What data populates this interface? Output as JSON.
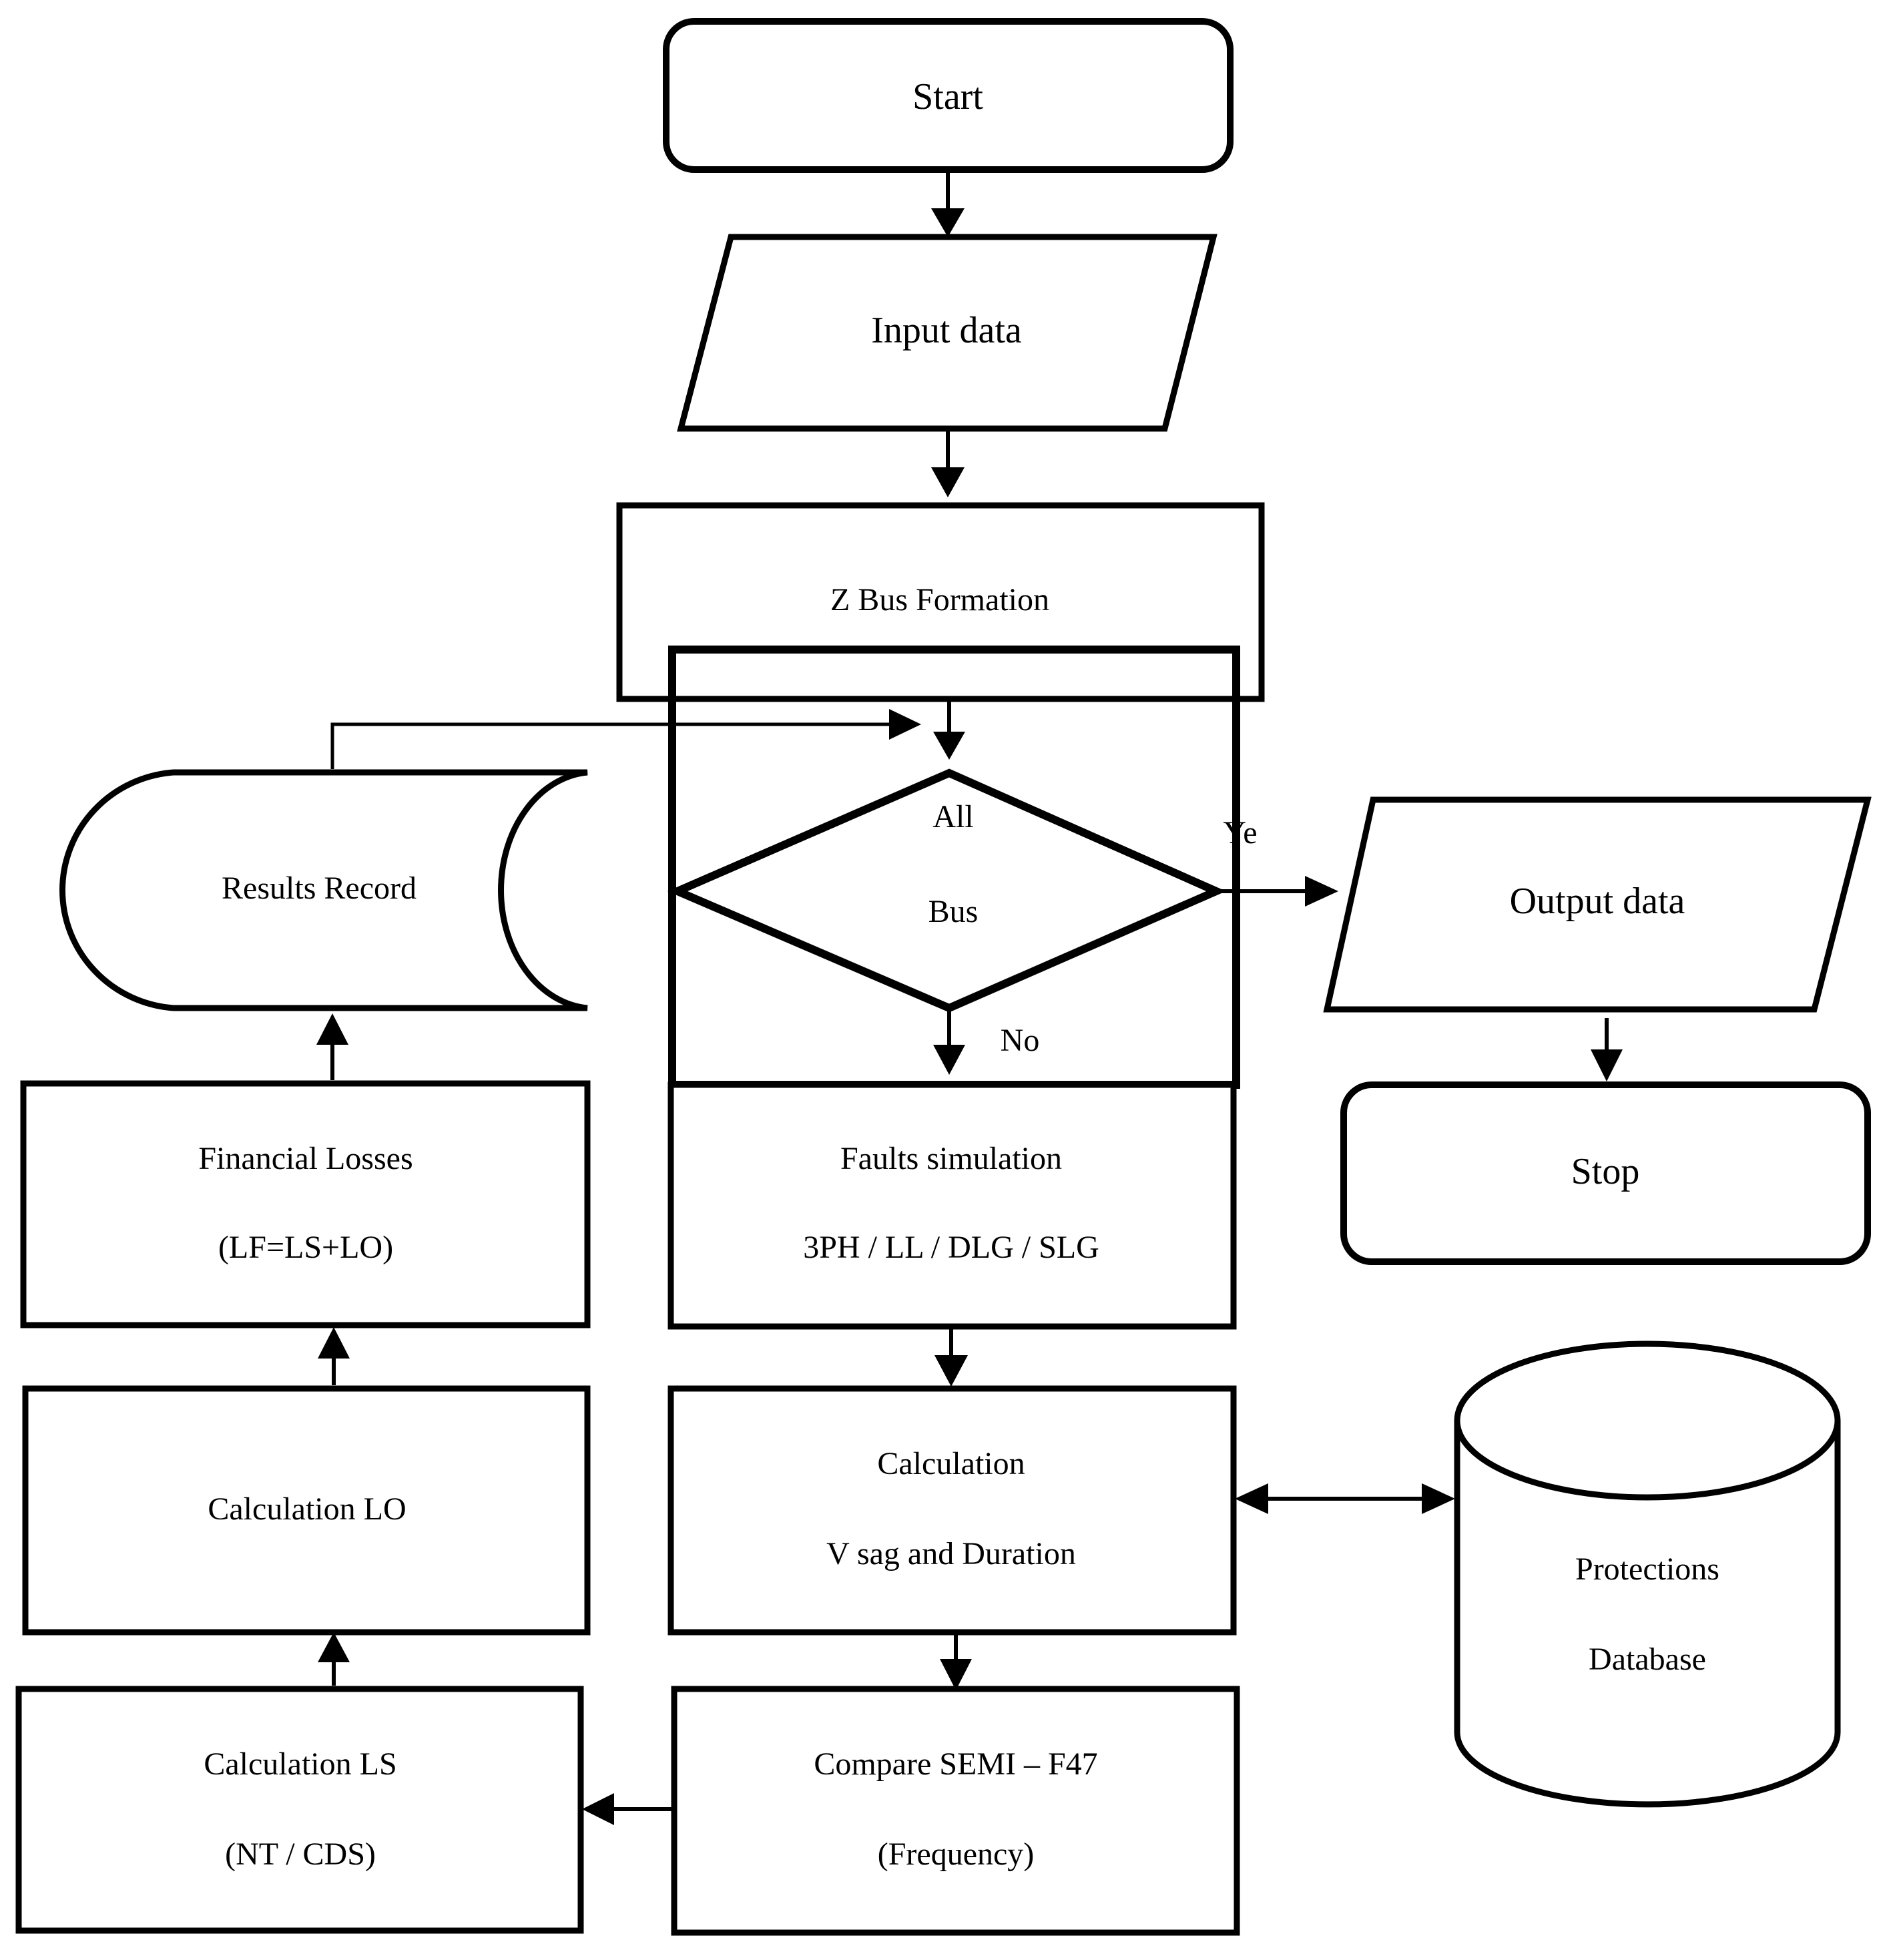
{
  "nodes": {
    "start": "Start",
    "input_data": "Input data",
    "z_bus": "Z Bus Formation",
    "decision_line1": "All",
    "decision_line2": "Bus",
    "output_data": "Output data",
    "stop": "Stop",
    "results_record": "Results Record",
    "financial_losses_line1": "Financial Losses",
    "financial_losses_line2": "(LF=LS+LO)",
    "faults_sim_line1": "Faults simulation",
    "faults_sim_line2": "3PH / LL / DLG / SLG",
    "calc_lo": "Calculation LO",
    "calc_vsag_line1": "Calculation",
    "calc_vsag_line2": "V sag and Duration",
    "protections_line1": "Protections",
    "protections_line2": "Database",
    "calc_ls_line1": "Calculation LS",
    "calc_ls_line2": "(NT / CDS)",
    "compare_line1": "Compare SEMI – F47",
    "compare_line2": "(Frequency)"
  },
  "edge_labels": {
    "yes": "Ye",
    "no": "No"
  }
}
